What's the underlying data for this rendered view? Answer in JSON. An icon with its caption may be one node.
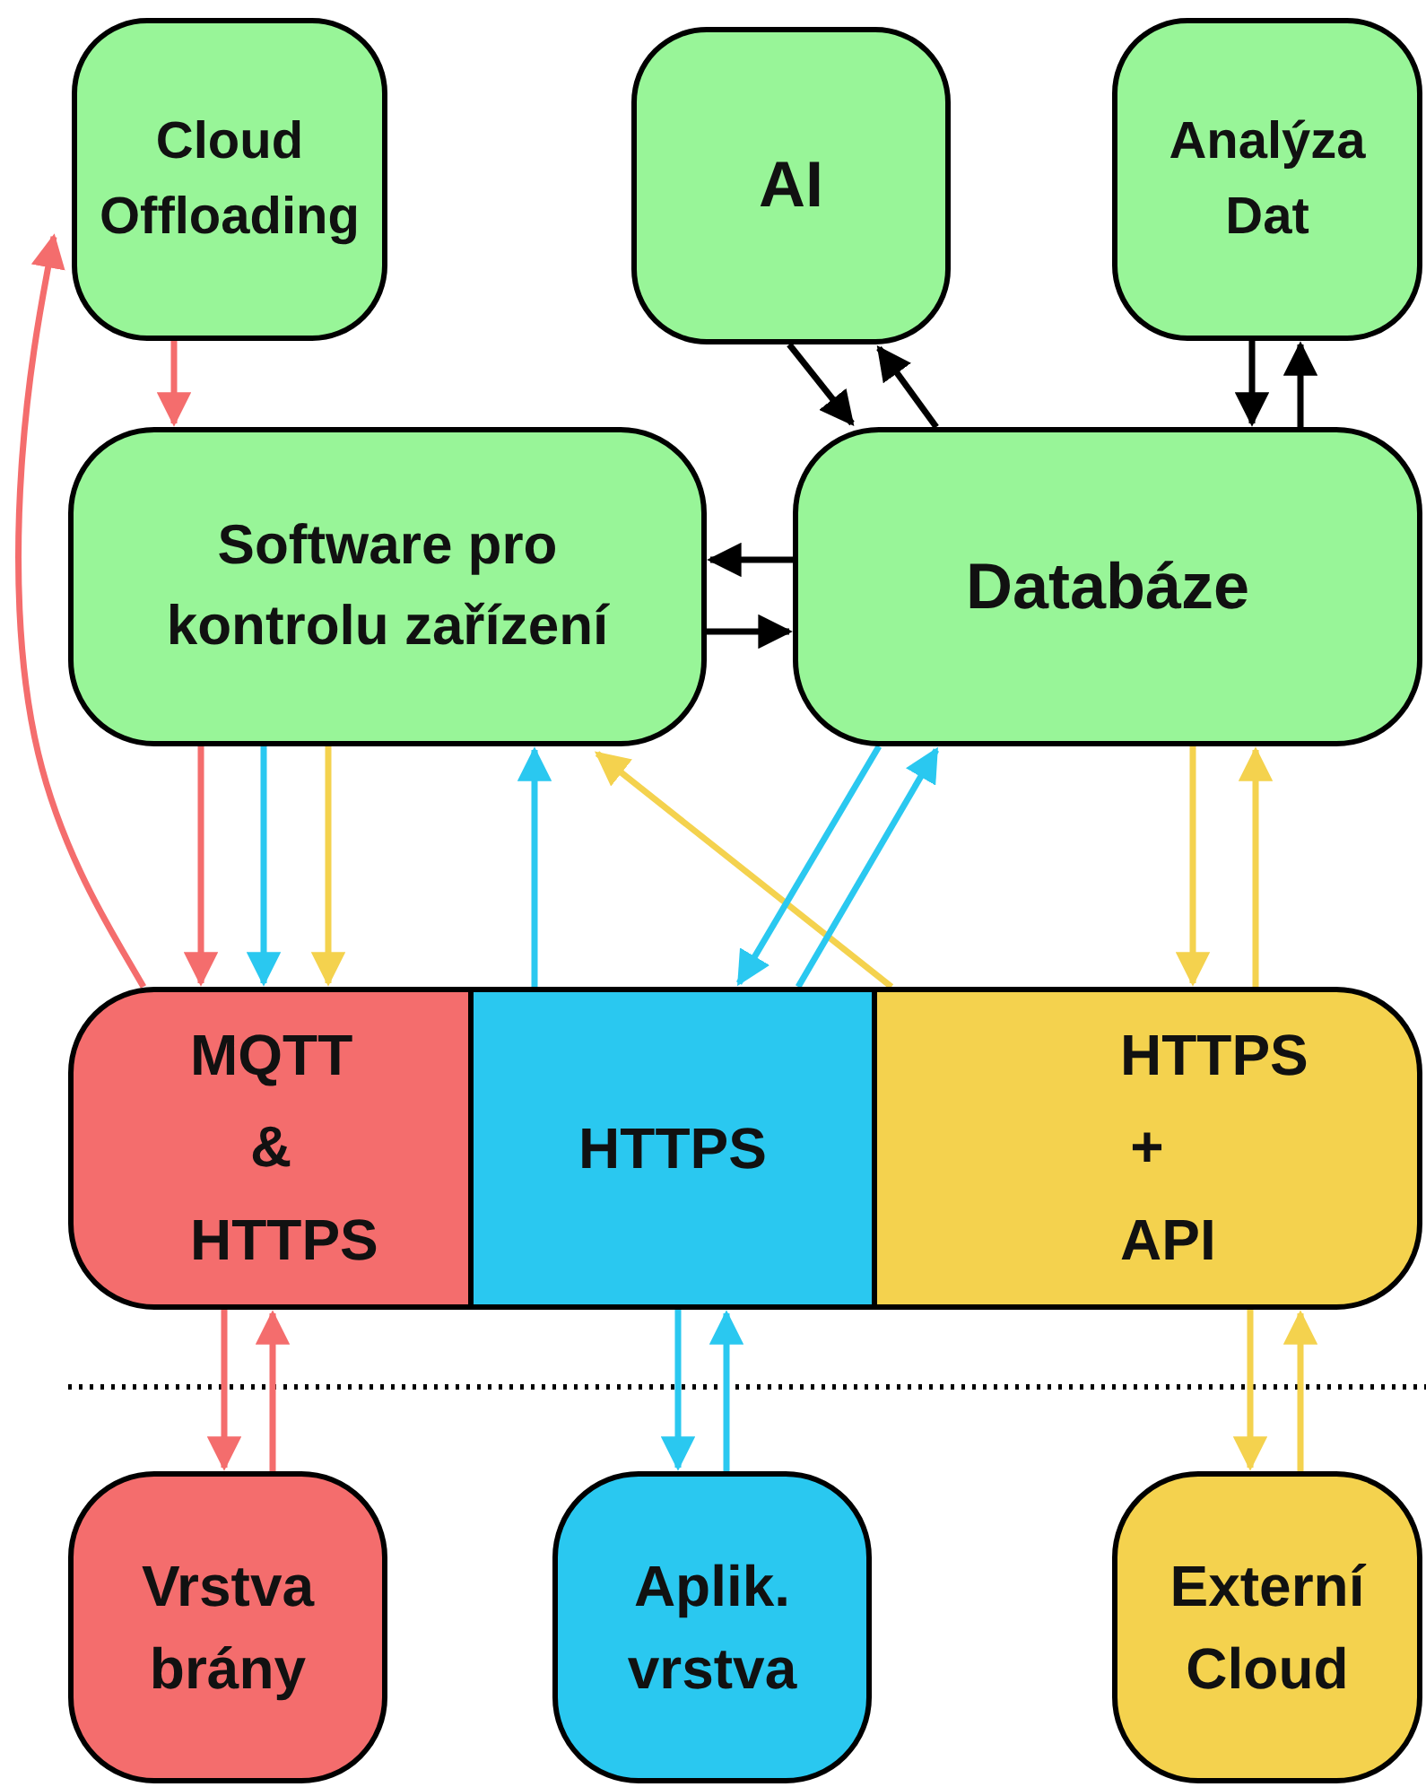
{
  "diagram": {
    "nodes": [
      {
        "text": [
          "Cloud Offloading"
        ]
      },
      {
        "text": [
          "AI"
        ]
      },
      {
        "text": [
          "Analýza Dat"
        ]
      },
      {
        "text": [
          "Software pro kontrolu zařízení"
        ]
      },
      {
        "text": [
          "Databáze"
        ]
      },
      {
        "text": [
          "MQTT & HTTPS"
        ]
      },
      {
        "text": [
          "HTTPS"
        ]
      },
      {
        "text": [
          "HTTPS + API"
        ]
      },
      {
        "text": [
          "Vrstva brány"
        ]
      },
      {
        "text": [
          "Aplik. vrstva"
        ]
      },
      {
        "text": [
          "Externí Cloud"
        ]
      }
    ],
    "edges": [
      {
        "from": 5,
        "to": 0,
        "arrow": "to",
        "color": "#f46d6d"
      },
      {
        "from": 0,
        "to": 3,
        "arrow": "to",
        "color": "#f46d6d"
      },
      {
        "from": 1,
        "to": 4,
        "arrow": "to"
      },
      {
        "from": 4,
        "to": 1,
        "arrow": "to"
      },
      {
        "from": 2,
        "to": 4,
        "arrow": "to"
      },
      {
        "from": 4,
        "to": 2,
        "arrow": "to"
      },
      {
        "from": 4,
        "to": 3,
        "arrow": "to"
      },
      {
        "from": 3,
        "to": 4,
        "arrow": "to"
      },
      {
        "from": 3,
        "to": 5,
        "arrow": "to",
        "color": "#f46d6d"
      },
      {
        "from": 3,
        "to": 5,
        "arrow": "to",
        "color": "#2ac8f0"
      },
      {
        "from": 3,
        "to": 5,
        "arrow": "to",
        "color": "#f4d24e"
      },
      {
        "from": 6,
        "to": 3,
        "arrow": "to",
        "color": "#2ac8f0"
      },
      {
        "from": 7,
        "to": 3,
        "arrow": "to",
        "color": "#f4d24e"
      },
      {
        "from": 4,
        "to": 6,
        "arrow": "to",
        "color": "#2ac8f0"
      },
      {
        "from": 6,
        "to": 4,
        "arrow": "to",
        "color": "#2ac8f0"
      },
      {
        "from": 4,
        "to": 7,
        "arrow": "to",
        "color": "#f4d24e"
      },
      {
        "from": 7,
        "to": 4,
        "arrow": "to",
        "color": "#f4d24e"
      },
      {
        "from": 5,
        "to": 8,
        "arrow": "to",
        "color": "#f46d6d"
      },
      {
        "from": 8,
        "to": 5,
        "arrow": "to",
        "color": "#f46d6d"
      },
      {
        "from": 6,
        "to": 9,
        "arrow": "to",
        "color": "#2ac8f0"
      },
      {
        "from": 9,
        "to": 6,
        "arrow": "to",
        "color": "#2ac8f0"
      },
      {
        "from": 7,
        "to": 10,
        "arrow": "to",
        "color": "#f4d24e"
      },
      {
        "from": 10,
        "to": 7,
        "arrow": "to",
        "color": "#f4d24e"
      }
    ]
  }
}
